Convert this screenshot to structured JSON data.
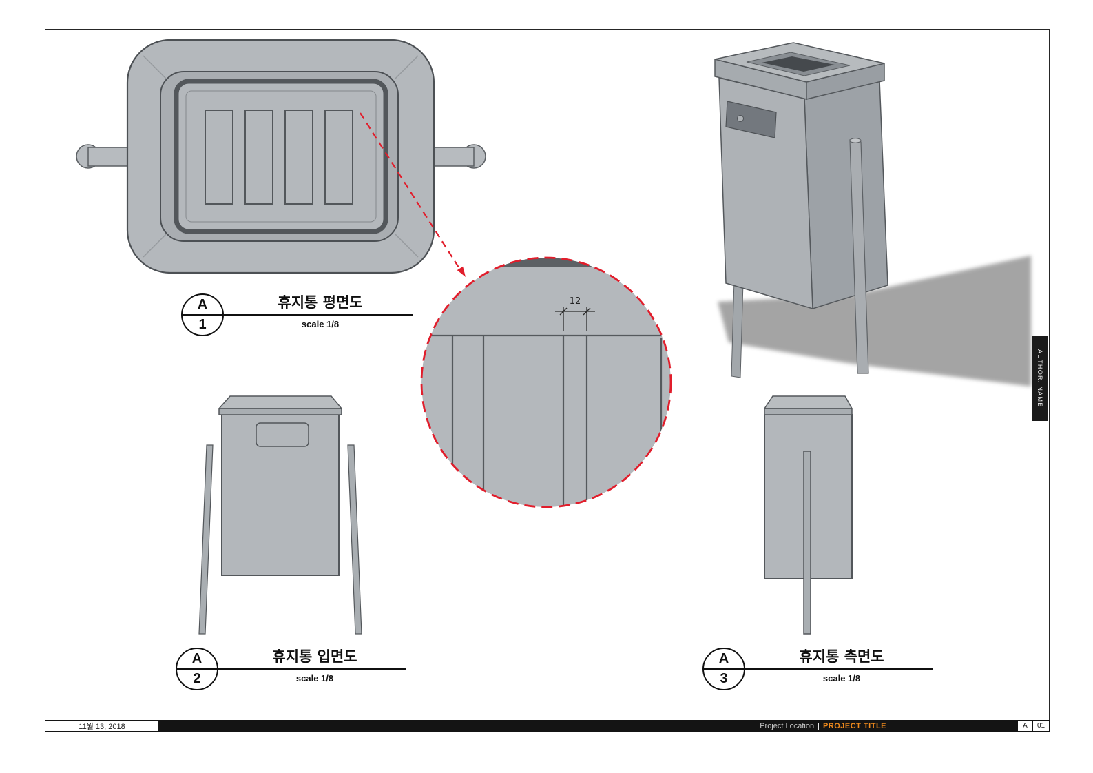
{
  "sheet": {
    "author_tab": "AUTHOR: NAME",
    "footer": {
      "date": "11월 13, 2018",
      "project_location": "Project Location",
      "divider": "|",
      "project_title": "PROJECT TITLE",
      "revision": "A",
      "page_number": "01"
    }
  },
  "callouts": [
    {
      "letter": "A",
      "number": "1",
      "title": "휴지통 평면도",
      "scale": "scale 1/8"
    },
    {
      "letter": "A",
      "number": "2",
      "title": "휴지통 입면도",
      "scale": "scale 1/8"
    },
    {
      "letter": "A",
      "number": "3",
      "title": "휴지통 측면도",
      "scale": "scale 1/8"
    }
  ],
  "detail": {
    "dimension": "12"
  },
  "colors": {
    "accent_red": "#e11d2b",
    "title_orange": "#ef8a1d",
    "body_gray": "#b4b8bc",
    "line_dark": "#54585c",
    "shadow_gray": "#9b9b9b",
    "footer_black": "#141414"
  }
}
